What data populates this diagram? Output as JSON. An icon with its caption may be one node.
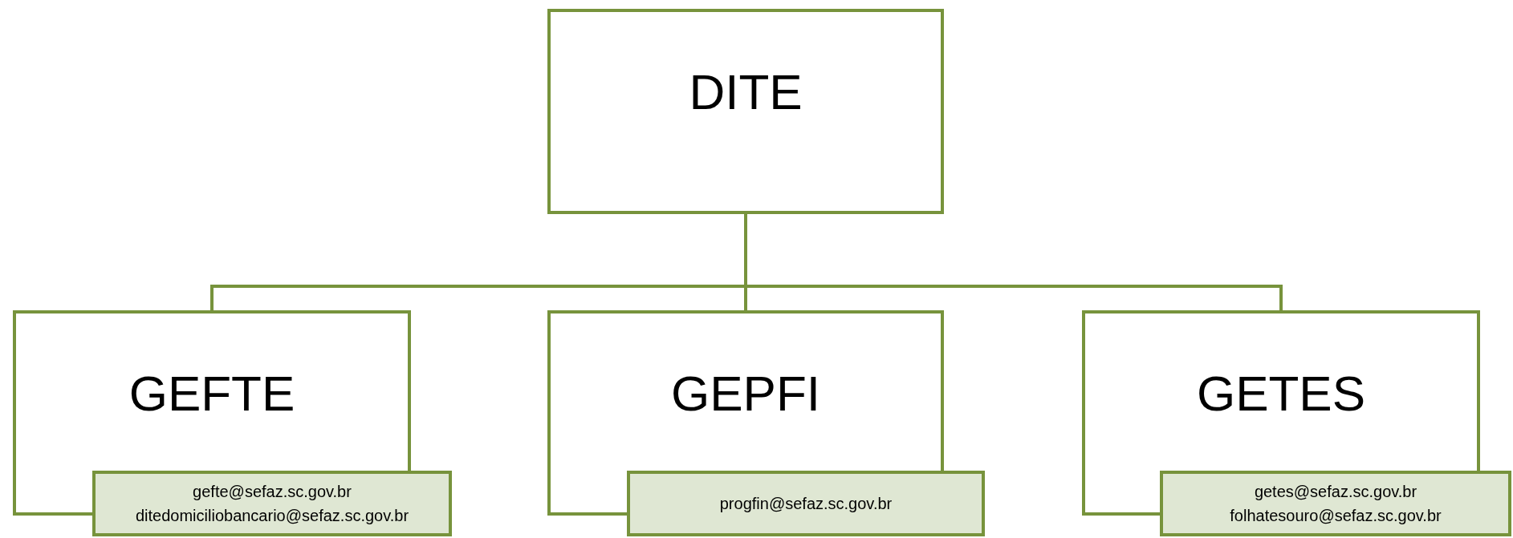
{
  "diagram": {
    "nodes": [
      {
        "text": [
          "DITE"
        ]
      },
      {
        "text": [
          "GEFTE"
        ]
      },
      {
        "text": [
          "gefte@sefaz.sc.gov.br ditedomiciliobancario@sefaz.sc.gov.br"
        ]
      },
      {
        "text": [
          "GEPFI"
        ]
      },
      {
        "text": [
          "progfin@sefaz.sc.gov.br"
        ]
      },
      {
        "text": [
          "GETES"
        ]
      },
      {
        "text": [
          "getes@sefaz.sc.gov.br folhatesouro@sefaz.sc.gov.br"
        ]
      }
    ],
    "edges": [
      {
        "from": 0,
        "to": 1,
        "arrow": "none"
      },
      {
        "from": 0,
        "to": 3,
        "arrow": "none"
      },
      {
        "from": 0,
        "to": 5,
        "arrow": "none"
      }
    ]
  }
}
